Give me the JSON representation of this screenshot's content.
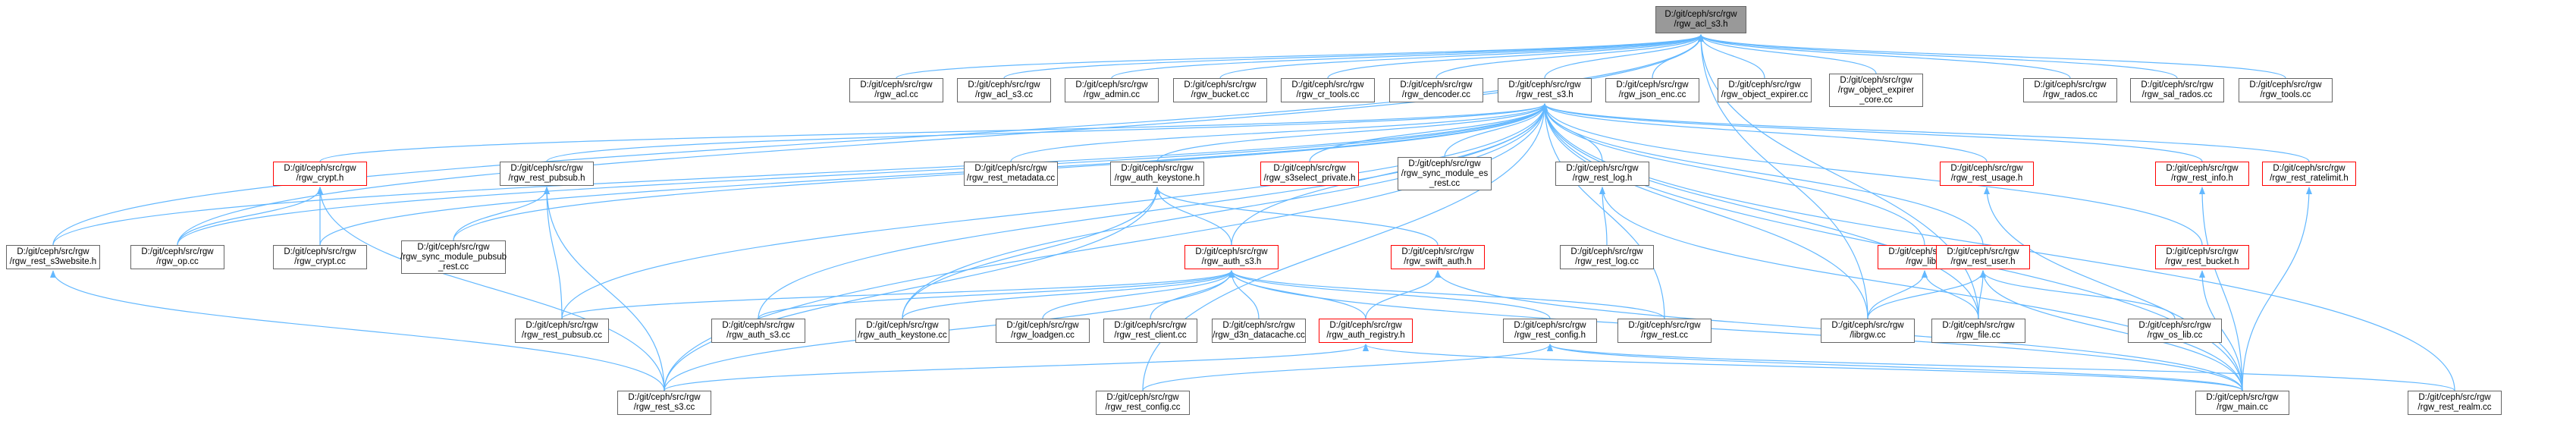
{
  "colors": {
    "edge": "#63b8ff",
    "node_border": "#666666",
    "highlight_border": "#ff0000",
    "root_fill": "#999999"
  },
  "nodes": [
    {
      "id": "root",
      "lines": [
        "D:/git/ceph/src/rgw",
        "/rgw_acl_s3.h"
      ],
      "style": "root"
    },
    {
      "id": "rgw_acl_cc",
      "lines": [
        "D:/git/ceph/src/rgw",
        "/rgw_acl.cc"
      ],
      "style": "normal"
    },
    {
      "id": "rgw_acl_s3_cc",
      "lines": [
        "D:/git/ceph/src/rgw",
        "/rgw_acl_s3.cc"
      ],
      "style": "normal"
    },
    {
      "id": "rgw_admin_cc",
      "lines": [
        "D:/git/ceph/src/rgw",
        "/rgw_admin.cc"
      ],
      "style": "normal"
    },
    {
      "id": "rgw_bucket_cc",
      "lines": [
        "D:/git/ceph/src/rgw",
        "/rgw_bucket.cc"
      ],
      "style": "normal"
    },
    {
      "id": "rgw_cr_tools_cc",
      "lines": [
        "D:/git/ceph/src/rgw",
        "/rgw_cr_tools.cc"
      ],
      "style": "normal"
    },
    {
      "id": "rgw_dencoder_cc",
      "lines": [
        "D:/git/ceph/src/rgw",
        "/rgw_dencoder.cc"
      ],
      "style": "normal"
    },
    {
      "id": "rgw_rest_s3_h",
      "lines": [
        "D:/git/ceph/src/rgw",
        "/rgw_rest_s3.h"
      ],
      "style": "normal"
    },
    {
      "id": "rgw_json_enc_cc",
      "lines": [
        "D:/git/ceph/src/rgw",
        "/rgw_json_enc.cc"
      ],
      "style": "normal"
    },
    {
      "id": "rgw_object_expirer_cc",
      "lines": [
        "D:/git/ceph/src/rgw",
        "/rgw_object_expirer.cc"
      ],
      "style": "normal"
    },
    {
      "id": "rgw_object_expirer_core_cc",
      "lines": [
        "D:/git/ceph/src/rgw",
        "/rgw_object_expirer",
        "_core.cc"
      ],
      "style": "normal"
    },
    {
      "id": "rgw_rados_cc",
      "lines": [
        "D:/git/ceph/src/rgw",
        "/rgw_rados.cc"
      ],
      "style": "normal"
    },
    {
      "id": "rgw_sal_rados_cc",
      "lines": [
        "D:/git/ceph/src/rgw",
        "/rgw_sal_rados.cc"
      ],
      "style": "normal"
    },
    {
      "id": "rgw_tools_cc",
      "lines": [
        "D:/git/ceph/src/rgw",
        "/rgw_tools.cc"
      ],
      "style": "normal"
    },
    {
      "id": "rgw_crypt_h",
      "lines": [
        "D:/git/ceph/src/rgw",
        "/rgw_crypt.h"
      ],
      "style": "red"
    },
    {
      "id": "rgw_rest_pubsub_h",
      "lines": [
        "D:/git/ceph/src/rgw",
        "/rgw_rest_pubsub.h"
      ],
      "style": "normal"
    },
    {
      "id": "rgw_rest_metadata_cc",
      "lines": [
        "D:/git/ceph/src/rgw",
        "/rgw_rest_metadata.cc"
      ],
      "style": "normal"
    },
    {
      "id": "rgw_auth_keystone_h",
      "lines": [
        "D:/git/ceph/src/rgw",
        "/rgw_auth_keystone.h"
      ],
      "style": "normal"
    },
    {
      "id": "rgw_s3select_private_h",
      "lines": [
        "D:/git/ceph/src/rgw",
        "/rgw_s3select_private.h"
      ],
      "style": "red"
    },
    {
      "id": "rgw_sync_module_es_rest_cc",
      "lines": [
        "D:/git/ceph/src/rgw",
        "/rgw_sync_module_es",
        "_rest.cc"
      ],
      "style": "normal"
    },
    {
      "id": "rgw_rest_log_h",
      "lines": [
        "D:/git/ceph/src/rgw",
        "/rgw_rest_log.h"
      ],
      "style": "normal"
    },
    {
      "id": "rgw_rest_usage_h",
      "lines": [
        "D:/git/ceph/src/rgw",
        "/rgw_rest_usage.h"
      ],
      "style": "red"
    },
    {
      "id": "rgw_rest_info_h",
      "lines": [
        "D:/git/ceph/src/rgw",
        "/rgw_rest_info.h"
      ],
      "style": "red"
    },
    {
      "id": "rgw_rest_ratelimit_h",
      "lines": [
        "D:/git/ceph/src/rgw",
        "/rgw_rest_ratelimit.h"
      ],
      "style": "red"
    },
    {
      "id": "rgw_rest_s3website_h",
      "lines": [
        "D:/git/ceph/src/rgw",
        "/rgw_rest_s3website.h"
      ],
      "style": "normal"
    },
    {
      "id": "rgw_op_cc",
      "lines": [
        "D:/git/ceph/src/rgw",
        "/rgw_op.cc"
      ],
      "style": "normal"
    },
    {
      "id": "rgw_crypt_cc",
      "lines": [
        "D:/git/ceph/src/rgw",
        "/rgw_crypt.cc"
      ],
      "style": "normal"
    },
    {
      "id": "rgw_sync_module_pubsub_rest_cc",
      "lines": [
        "D:/git/ceph/src/rgw",
        "/rgw_sync_module_pubsub",
        "_rest.cc"
      ],
      "style": "normal"
    },
    {
      "id": "rgw_auth_s3_h",
      "lines": [
        "D:/git/ceph/src/rgw",
        "/rgw_auth_s3.h"
      ],
      "style": "red"
    },
    {
      "id": "rgw_swift_auth_h",
      "lines": [
        "D:/git/ceph/src/rgw",
        "/rgw_swift_auth.h"
      ],
      "style": "red"
    },
    {
      "id": "rgw_rest_log_cc",
      "lines": [
        "D:/git/ceph/src/rgw",
        "/rgw_rest_log.cc"
      ],
      "style": "normal"
    },
    {
      "id": "rgw_lib_h",
      "lines": [
        "D:/git/ceph/src/rgw",
        "/rgw_lib.h"
      ],
      "style": "red"
    },
    {
      "id": "rgw_rest_user_h",
      "lines": [
        "D:/git/ceph/src/rgw",
        "/rgw_rest_user.h"
      ],
      "style": "red"
    },
    {
      "id": "rgw_rest_bucket_h",
      "lines": [
        "D:/git/ceph/src/rgw",
        "/rgw_rest_bucket.h"
      ],
      "style": "red"
    },
    {
      "id": "rgw_rest_pubsub_cc",
      "lines": [
        "D:/git/ceph/src/rgw",
        "/rgw_rest_pubsub.cc"
      ],
      "style": "normal"
    },
    {
      "id": "rgw_auth_s3_cc",
      "lines": [
        "D:/git/ceph/src/rgw",
        "/rgw_auth_s3.cc"
      ],
      "style": "normal"
    },
    {
      "id": "rgw_auth_keystone_cc",
      "lines": [
        "D:/git/ceph/src/rgw",
        "/rgw_auth_keystone.cc"
      ],
      "style": "normal"
    },
    {
      "id": "rgw_loadgen_cc",
      "lines": [
        "D:/git/ceph/src/rgw",
        "/rgw_loadgen.cc"
      ],
      "style": "normal"
    },
    {
      "id": "rgw_rest_client_cc",
      "lines": [
        "D:/git/ceph/src/rgw",
        "/rgw_rest_client.cc"
      ],
      "style": "normal"
    },
    {
      "id": "rgw_d3n_datacache_cc",
      "lines": [
        "D:/git/ceph/src/rgw",
        "/rgw_d3n_datacache.cc"
      ],
      "style": "normal"
    },
    {
      "id": "rgw_auth_registry_h",
      "lines": [
        "D:/git/ceph/src/rgw",
        "/rgw_auth_registry.h"
      ],
      "style": "red"
    },
    {
      "id": "rgw_rest_config_h",
      "lines": [
        "D:/git/ceph/src/rgw",
        "/rgw_rest_config.h"
      ],
      "style": "normal"
    },
    {
      "id": "rgw_rest_cc",
      "lines": [
        "D:/git/ceph/src/rgw",
        "/rgw_rest.cc"
      ],
      "style": "normal"
    },
    {
      "id": "librgw_cc",
      "lines": [
        "D:/git/ceph/src/rgw",
        "/librgw.cc"
      ],
      "style": "normal"
    },
    {
      "id": "rgw_file_cc",
      "lines": [
        "D:/git/ceph/src/rgw",
        "/rgw_file.cc"
      ],
      "style": "normal"
    },
    {
      "id": "rgw_os_lib_cc",
      "lines": [
        "D:/git/ceph/src/rgw",
        "/rgw_os_lib.cc"
      ],
      "style": "normal"
    },
    {
      "id": "rgw_rest_s3_cc",
      "lines": [
        "D:/git/ceph/src/rgw",
        "/rgw_rest_s3.cc"
      ],
      "style": "normal"
    },
    {
      "id": "rgw_rest_config_cc",
      "lines": [
        "D:/git/ceph/src/rgw",
        "/rgw_rest_config.cc"
      ],
      "style": "normal"
    },
    {
      "id": "rgw_main_cc",
      "lines": [
        "D:/git/ceph/src/rgw",
        "/rgw_main.cc"
      ],
      "style": "normal"
    },
    {
      "id": "rgw_rest_realm_cc",
      "lines": [
        "D:/git/ceph/src/rgw",
        "/rgw_rest_realm.cc"
      ],
      "style": "normal"
    }
  ],
  "edges": [
    [
      "rgw_acl_cc",
      "root"
    ],
    [
      "rgw_acl_s3_cc",
      "root"
    ],
    [
      "rgw_admin_cc",
      "root"
    ],
    [
      "rgw_bucket_cc",
      "root"
    ],
    [
      "rgw_cr_tools_cc",
      "root"
    ],
    [
      "rgw_dencoder_cc",
      "root"
    ],
    [
      "rgw_rest_s3_h",
      "root"
    ],
    [
      "rgw_json_enc_cc",
      "root"
    ],
    [
      "rgw_object_expirer_cc",
      "root"
    ],
    [
      "rgw_object_expirer_core_cc",
      "root"
    ],
    [
      "rgw_rados_cc",
      "root"
    ],
    [
      "rgw_sal_rados_cc",
      "root"
    ],
    [
      "rgw_tools_cc",
      "root"
    ],
    [
      "rgw_rest_s3website_h",
      "root"
    ],
    [
      "rgw_op_cc",
      "root"
    ],
    [
      "librgw_cc",
      "root"
    ],
    [
      "rgw_file_cc",
      "root"
    ],
    [
      "rgw_crypt_h",
      "rgw_rest_s3_h"
    ],
    [
      "rgw_rest_pubsub_h",
      "rgw_rest_s3_h"
    ],
    [
      "rgw_rest_metadata_cc",
      "rgw_rest_s3_h"
    ],
    [
      "rgw_auth_keystone_h",
      "rgw_rest_s3_h"
    ],
    [
      "rgw_s3select_private_h",
      "rgw_rest_s3_h"
    ],
    [
      "rgw_sync_module_es_rest_cc",
      "rgw_rest_s3_h"
    ],
    [
      "rgw_rest_log_h",
      "rgw_rest_s3_h"
    ],
    [
      "rgw_rest_usage_h",
      "rgw_rest_s3_h"
    ],
    [
      "rgw_rest_info_h",
      "rgw_rest_s3_h"
    ],
    [
      "rgw_rest_ratelimit_h",
      "rgw_rest_s3_h"
    ],
    [
      "rgw_rest_s3website_h",
      "rgw_rest_s3_h"
    ],
    [
      "rgw_op_cc",
      "rgw_rest_s3_h"
    ],
    [
      "rgw_crypt_cc",
      "rgw_rest_s3_h"
    ],
    [
      "rgw_sync_module_pubsub_rest_cc",
      "rgw_rest_s3_h"
    ],
    [
      "rgw_auth_s3_h",
      "rgw_rest_s3_h"
    ],
    [
      "rgw_lib_h",
      "rgw_rest_s3_h"
    ],
    [
      "rgw_rest_user_h",
      "rgw_rest_s3_h"
    ],
    [
      "rgw_rest_bucket_h",
      "rgw_rest_s3_h"
    ],
    [
      "rgw_rest_pubsub_cc",
      "rgw_rest_s3_h"
    ],
    [
      "rgw_auth_s3_cc",
      "rgw_rest_s3_h"
    ],
    [
      "rgw_auth_keystone_cc",
      "rgw_rest_s3_h"
    ],
    [
      "rgw_rest_cc",
      "rgw_rest_s3_h"
    ],
    [
      "rgw_rest_s3_cc",
      "rgw_rest_s3_h"
    ],
    [
      "rgw_rest_config_cc",
      "rgw_rest_s3_h"
    ],
    [
      "rgw_main_cc",
      "rgw_rest_s3_h"
    ],
    [
      "rgw_rest_realm_cc",
      "rgw_rest_s3_h"
    ],
    [
      "librgw_cc",
      "rgw_rest_s3_h"
    ],
    [
      "rgw_file_cc",
      "rgw_rest_s3_h"
    ],
    [
      "rgw_op_cc",
      "rgw_crypt_h"
    ],
    [
      "rgw_crypt_cc",
      "rgw_crypt_h"
    ],
    [
      "rgw_rest_s3_cc",
      "rgw_crypt_h"
    ],
    [
      "rgw_sync_module_pubsub_rest_cc",
      "rgw_rest_pubsub_h"
    ],
    [
      "rgw_rest_pubsub_cc",
      "rgw_rest_pubsub_h"
    ],
    [
      "rgw_rest_s3_cc",
      "rgw_rest_pubsub_h"
    ],
    [
      "rgw_auth_s3_h",
      "rgw_auth_keystone_h"
    ],
    [
      "rgw_swift_auth_h",
      "rgw_auth_keystone_h"
    ],
    [
      "rgw_auth_keystone_cc",
      "rgw_auth_keystone_h"
    ],
    [
      "rgw_rest_s3_cc",
      "rgw_auth_keystone_h"
    ],
    [
      "rgw_rest_log_cc",
      "rgw_rest_log_h"
    ],
    [
      "rgw_main_cc",
      "rgw_rest_log_h"
    ],
    [
      "rgw_main_cc",
      "rgw_rest_usage_h"
    ],
    [
      "rgw_main_cc",
      "rgw_rest_info_h"
    ],
    [
      "rgw_main_cc",
      "rgw_rest_ratelimit_h"
    ],
    [
      "rgw_rest_s3_cc",
      "rgw_rest_s3website_h"
    ],
    [
      "rgw_rest_pubsub_cc",
      "rgw_auth_s3_h"
    ],
    [
      "rgw_auth_s3_cc",
      "rgw_auth_s3_h"
    ],
    [
      "rgw_auth_keystone_cc",
      "rgw_auth_s3_h"
    ],
    [
      "rgw_loadgen_cc",
      "rgw_auth_s3_h"
    ],
    [
      "rgw_rest_client_cc",
      "rgw_auth_s3_h"
    ],
    [
      "rgw_d3n_datacache_cc",
      "rgw_auth_s3_h"
    ],
    [
      "rgw_auth_registry_h",
      "rgw_auth_s3_h"
    ],
    [
      "rgw_rest_config_h",
      "rgw_auth_s3_h"
    ],
    [
      "rgw_rest_cc",
      "rgw_auth_s3_h"
    ],
    [
      "rgw_rest_s3_cc",
      "rgw_auth_s3_h"
    ],
    [
      "rgw_main_cc",
      "rgw_auth_s3_h"
    ],
    [
      "rgw_auth_registry_h",
      "rgw_swift_auth_h"
    ],
    [
      "rgw_main_cc",
      "rgw_swift_auth_h"
    ],
    [
      "rgw_rest_s3_cc",
      "rgw_auth_registry_h"
    ],
    [
      "rgw_main_cc",
      "rgw_auth_registry_h"
    ],
    [
      "rgw_rest_config_cc",
      "rgw_rest_config_h"
    ],
    [
      "rgw_main_cc",
      "rgw_rest_config_h"
    ],
    [
      "rgw_rest_realm_cc",
      "rgw_rest_config_h"
    ],
    [
      "librgw_cc",
      "rgw_lib_h"
    ],
    [
      "rgw_file_cc",
      "rgw_lib_h"
    ],
    [
      "librgw_cc",
      "rgw_rest_user_h"
    ],
    [
      "rgw_file_cc",
      "rgw_rest_user_h"
    ],
    [
      "rgw_os_lib_cc",
      "rgw_rest_user_h"
    ],
    [
      "rgw_main_cc",
      "rgw_rest_user_h"
    ],
    [
      "rgw_main_cc",
      "rgw_rest_bucket_h"
    ]
  ]
}
